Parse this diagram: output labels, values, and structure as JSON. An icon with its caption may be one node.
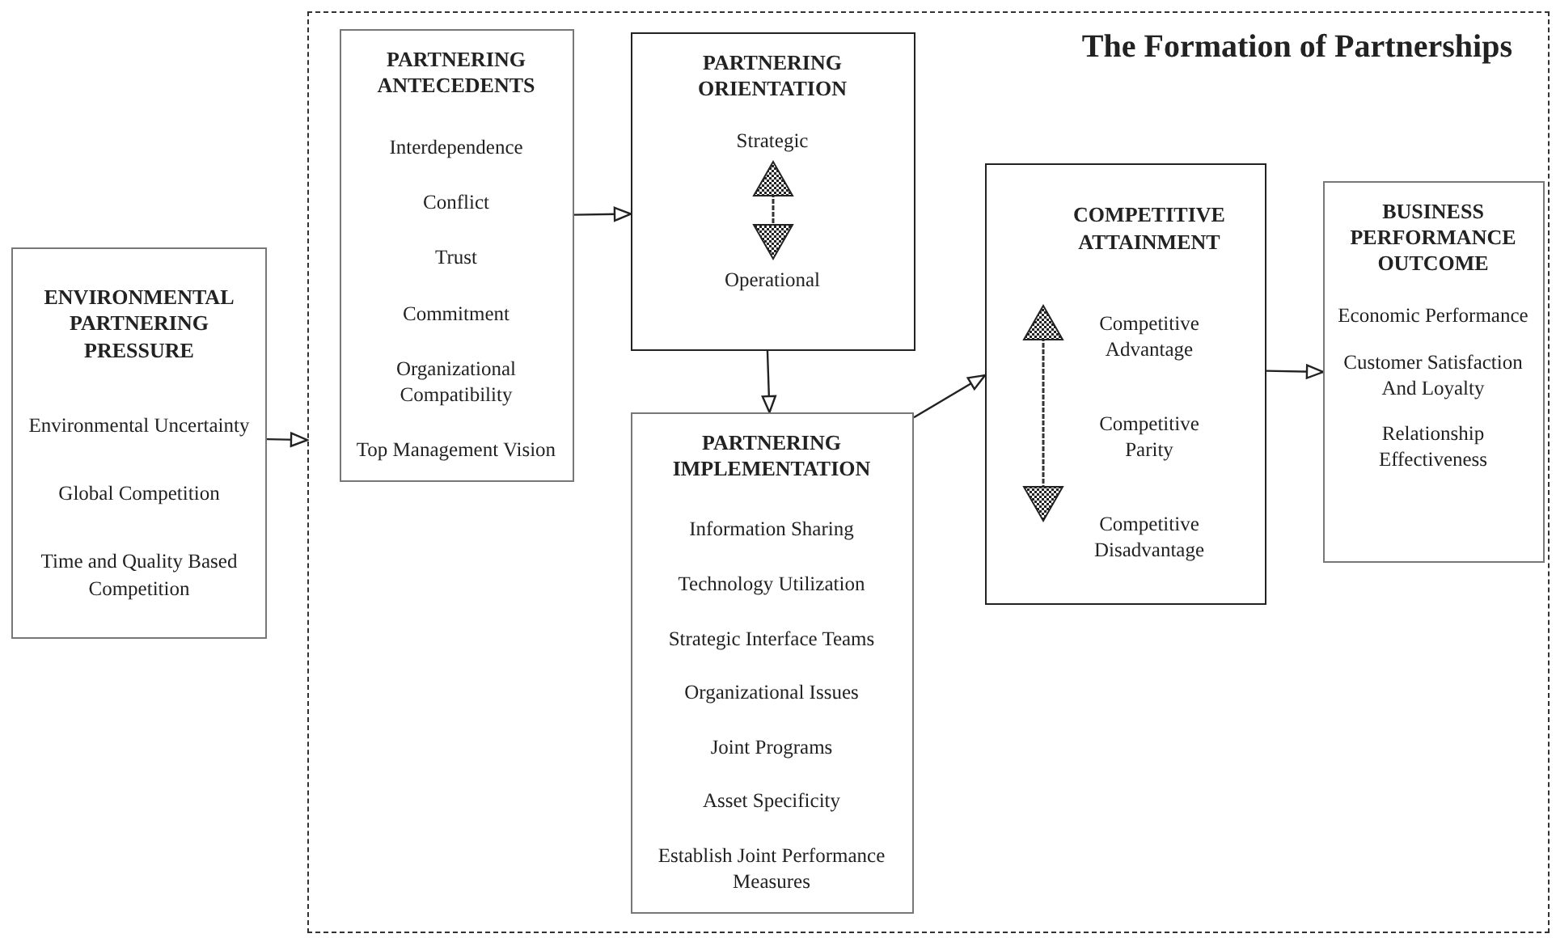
{
  "diagram": {
    "nodes": [
      {
        "text": [
          "ENVIRONMENTAL PARTNERING PRESSURE",
          "Environmental Uncertainty",
          "Global Competition",
          "Time and Quality Based Competition"
        ]
      },
      {
        "text": [
          "The Formation of Partnerships"
        ]
      },
      {
        "text": [
          "PARTNERING ANTECEDENTS",
          "Interdependence",
          "Conflict",
          "Trust",
          "Commitment",
          "Organizational Compatibility",
          "Top Management Vision"
        ],
        "in": 1
      },
      {
        "text": [
          "PARTNERING ORIENTATION",
          "Strategic",
          "Operational"
        ],
        "in": 1
      },
      {
        "text": [
          "PARTNERING IMPLEMENTATION",
          "Information Sharing",
          "Technology Utilization",
          "Strategic Interface Teams",
          "Organizational Issues",
          "Joint Programs",
          "Asset Specificity",
          "Establish Joint Performance Measures"
        ],
        "in": 1
      },
      {
        "text": [
          "COMPETITIVE ATTAINMENT",
          "Competitive Advantage",
          "Competitive Parity",
          "Competitive Disadvantage"
        ],
        "in": 1
      },
      {
        "text": [
          "BUSINESS PERFORMANCE OUTCOME",
          "Economic Performance",
          "Customer Satisfaction And Loyalty",
          "Relationship Effectiveness"
        ],
        "in": 1
      }
    ],
    "edges": [
      {
        "from": 0,
        "to": 1,
        "arrow": "to"
      },
      {
        "from": 2,
        "to": 3,
        "arrow": "to"
      },
      {
        "from": 3,
        "to": 4,
        "arrow": "to"
      },
      {
        "from": 4,
        "to": 5,
        "arrow": "to"
      },
      {
        "from": 5,
        "to": 6,
        "arrow": "to"
      }
    ]
  }
}
